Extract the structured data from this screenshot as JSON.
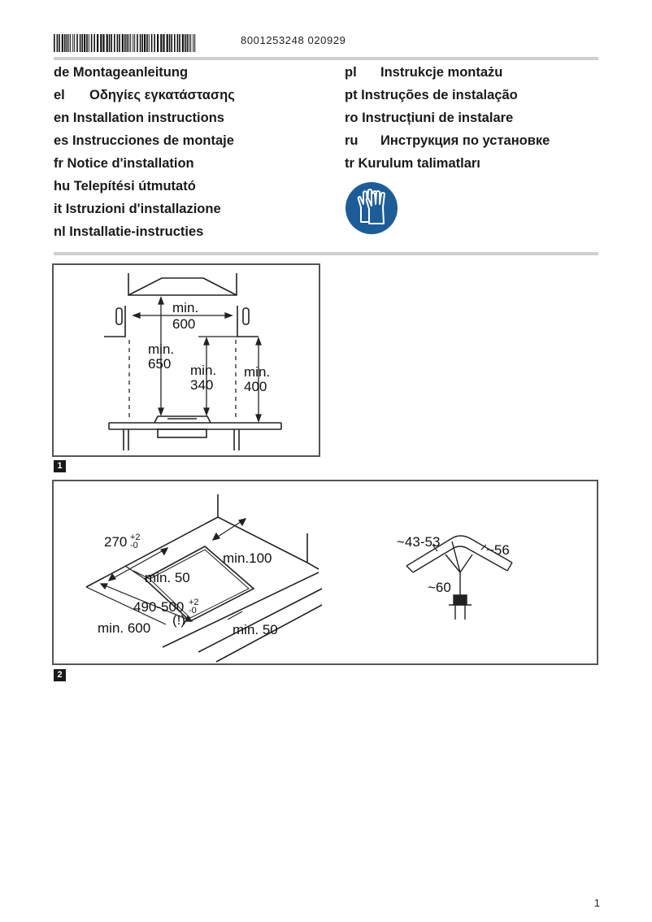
{
  "header": {
    "barcode_number": "8001253248 020929"
  },
  "languages_left": [
    {
      "code": "de",
      "label": "Montageanleitung"
    },
    {
      "code": "el",
      "label": "Οδηγίες εγκατάστασης"
    },
    {
      "code": "en",
      "label": "Installation instructions"
    },
    {
      "code": "es",
      "label": "Instrucciones de montaje"
    },
    {
      "code": "fr",
      "label": "Notice d'installation"
    },
    {
      "code": "hu",
      "label": "Telepítési útmutató"
    },
    {
      "code": "it",
      "label": "Istruzioni d'installazione"
    },
    {
      "code": "nl",
      "label": "Installatie-instructies"
    }
  ],
  "languages_right": [
    {
      "code": "pl",
      "label": "Instrukcje montażu"
    },
    {
      "code": "pt",
      "label": "Instruções de instalação"
    },
    {
      "code": "ro",
      "label": "Instrucțiuni de instalare"
    },
    {
      "code": "ru",
      "label": "Инструкция по установке"
    },
    {
      "code": "tr",
      "label": "Kurulum talimatları"
    }
  ],
  "safety_icon": "wear-gloves-icon",
  "figure1": {
    "number": "1",
    "min": "min.",
    "width": "600",
    "height_hood": "650",
    "height_cabinet": "340",
    "height_side": "400"
  },
  "figure2": {
    "number": "2",
    "dim_depth": "270",
    "dim_depth_tol_upper": "+2",
    "dim_depth_tol_lower": "-0",
    "dim_back": "min.100",
    "dim_front": "min. 50",
    "dim_width": "490-500",
    "dim_width_tol_upper": "+2",
    "dim_width_tol_lower": "-0",
    "warning": "(!)",
    "dim_worktop": "min. 600",
    "dim_side": "min. 50",
    "clamp_a": "~43-53",
    "clamp_b": "~56",
    "clamp_c": "~60"
  },
  "page_number": "1"
}
